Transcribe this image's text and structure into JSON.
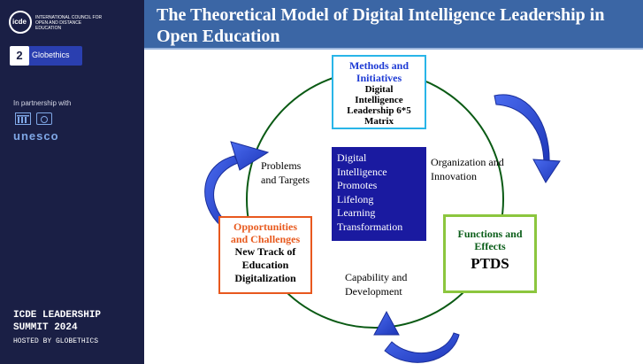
{
  "sidebar": {
    "icde_mark": "icde",
    "icde_text": "International Council for Open and Distance Education",
    "globethics_mark": "2",
    "globethics_name": "Globethics",
    "partnership": "In partnership with",
    "unesco": "unesco",
    "summit_line1": "ICDE LEADERSHIP",
    "summit_line2": "SUMMIT 2024",
    "hosted": "HOSTED BY GLOBETHICS"
  },
  "slide": {
    "title": "The Theoretical Model of Digital Intelligence Leadership in Open Education"
  },
  "diagram": {
    "methods": {
      "title_line1": "Methods and",
      "title_line2": "Initiatives",
      "sub_line1": "Digital",
      "sub_line2": "Intelligence",
      "sub_line3": "Leadership 6*5",
      "sub_line4": "Matrix"
    },
    "opportunities": {
      "title_line1": "Opportunities",
      "title_line2": "and Challenges",
      "sub_line1": "New Track of",
      "sub_line2": "Education",
      "sub_line3": "Digitalization"
    },
    "functions": {
      "title_line1": "Functions and",
      "title_line2": "Effects",
      "big": "PTDS"
    },
    "center": {
      "line1": "Digital",
      "line2": "Intelligence",
      "line3": "Promotes",
      "line4": "Lifelong",
      "line5": "Learning",
      "line6": "Transformation"
    },
    "labels": {
      "problems_line1": "Problems",
      "problems_line2": "and Targets",
      "org_line1": "Organization and",
      "org_line2": "Innovation",
      "cap_line1": "Capability and",
      "cap_line2": "Development"
    },
    "colors": {
      "methods_border": "#29b5e8",
      "opportunities_border": "#e8581e",
      "functions_border": "#8cc63e",
      "center_fill": "#1a1aa0",
      "ring": "#0a5a14",
      "arrow": "#2f4fd6"
    }
  }
}
